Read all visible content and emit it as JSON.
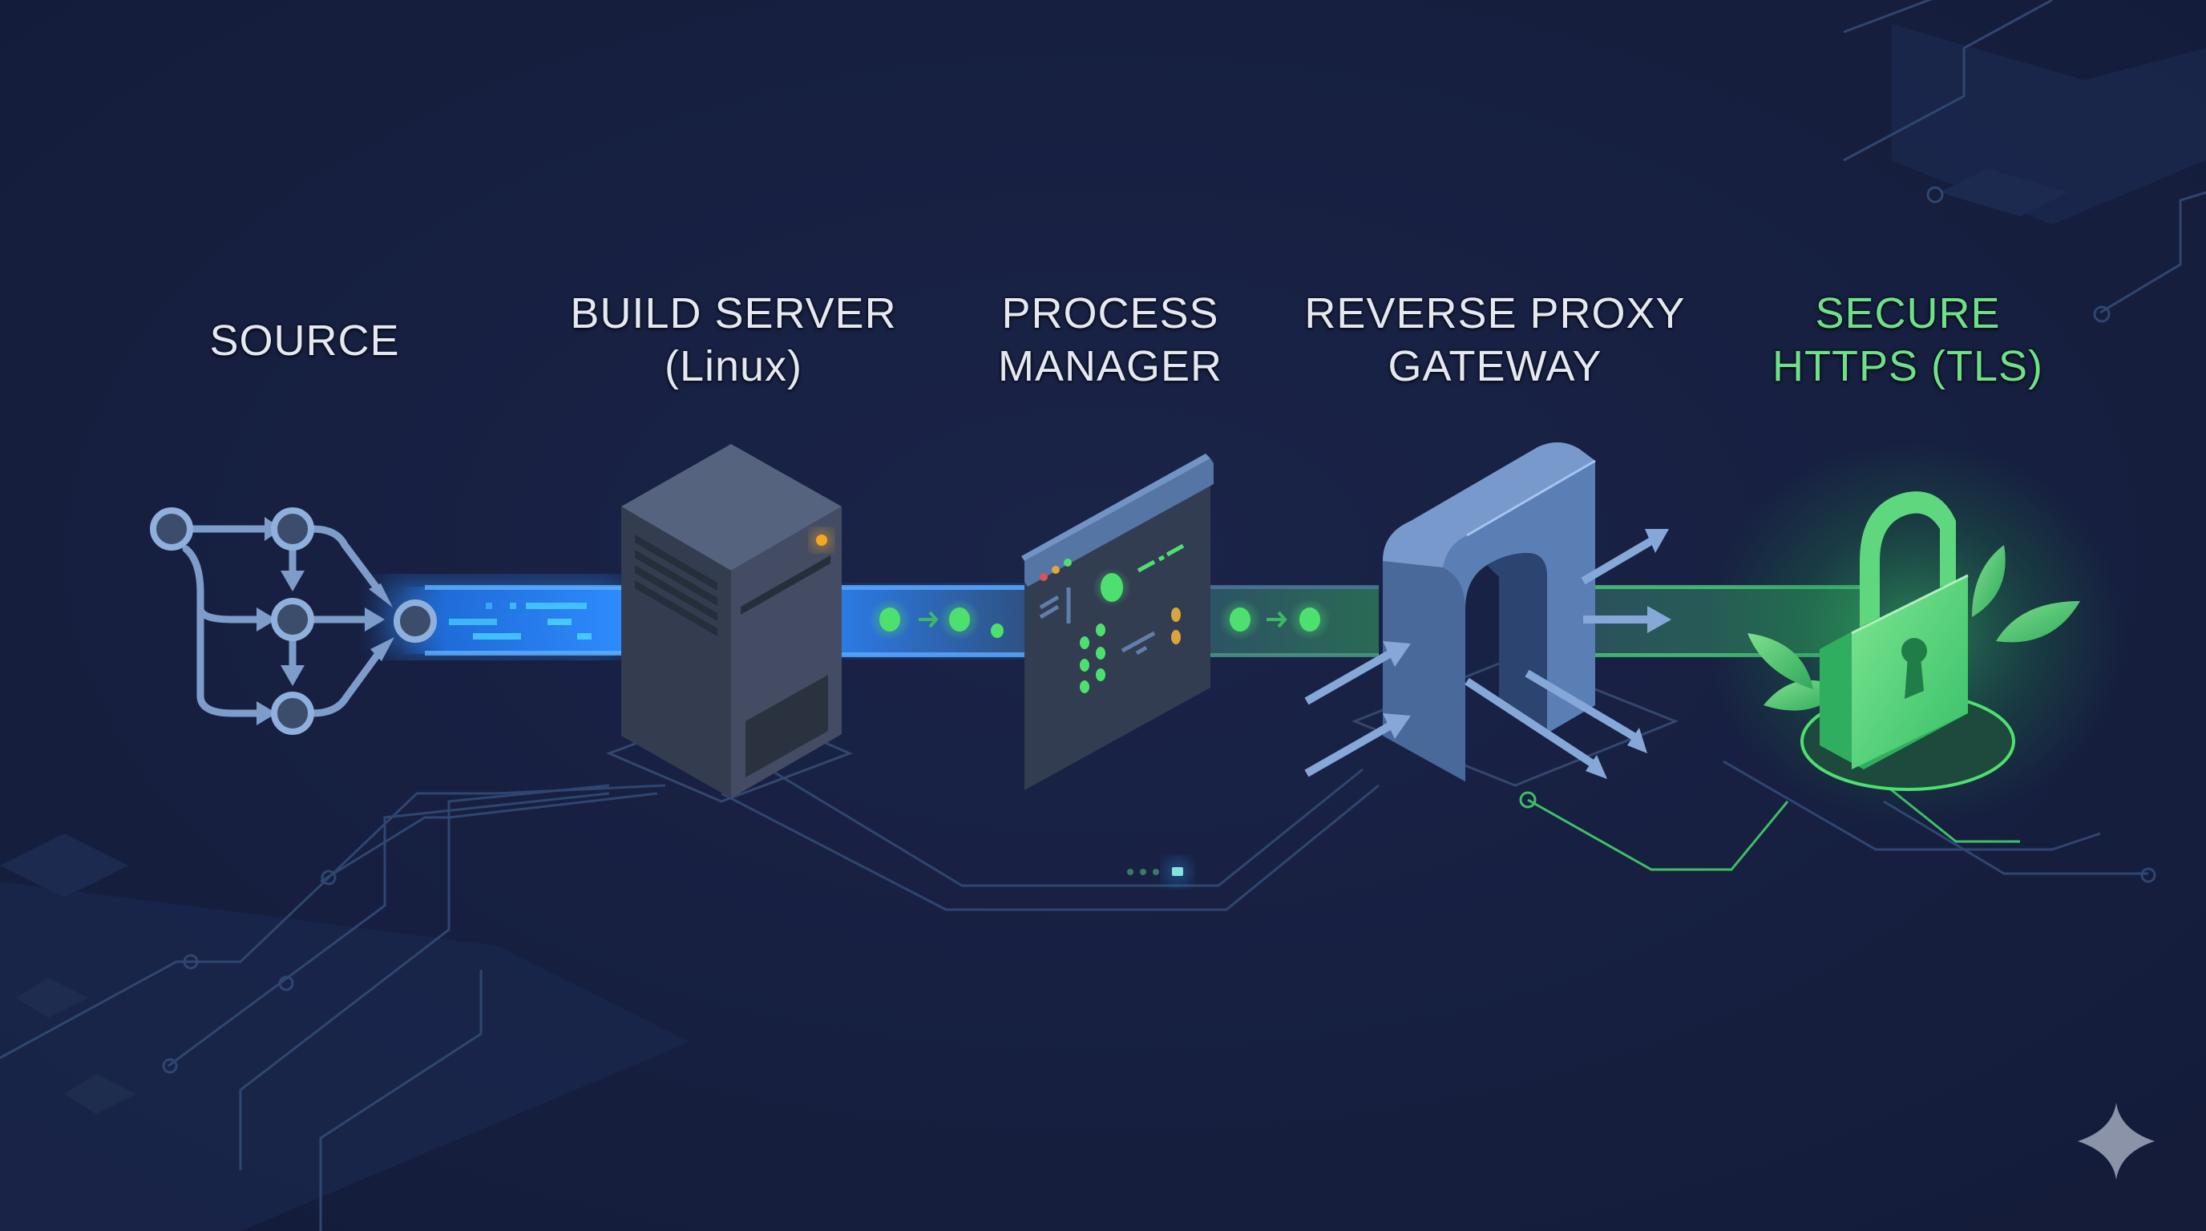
{
  "diagram": {
    "title": "Deployment pipeline",
    "stages": [
      {
        "id": "source",
        "lines": [
          "SOURCE"
        ],
        "icon": "git-branch-graph-icon"
      },
      {
        "id": "build-server",
        "lines": [
          "BUILD SERVER",
          "(Linux)"
        ],
        "icon": "server-tower-icon"
      },
      {
        "id": "process-manager",
        "lines": [
          "PROCESS",
          "MANAGER"
        ],
        "icon": "process-window-icon"
      },
      {
        "id": "reverse-proxy",
        "lines": [
          "REVERSE PROXY",
          "GATEWAY"
        ],
        "icon": "gateway-arch-icon"
      },
      {
        "id": "secure-https",
        "lines": [
          "SECURE",
          "HTTPS (TLS)"
        ],
        "icon": "padlock-icon"
      }
    ],
    "connections": [
      {
        "from": "source",
        "to": "build-server",
        "style": "blue-data-stream"
      },
      {
        "from": "build-server",
        "to": "process-manager",
        "style": "blue-to-green-packets"
      },
      {
        "from": "process-manager",
        "to": "reverse-proxy",
        "style": "green-packets"
      },
      {
        "from": "reverse-proxy",
        "to": "secure-https",
        "style": "green-stream"
      }
    ],
    "status_indicators": {
      "server_led": "amber",
      "window_controls": [
        "red",
        "amber",
        "green"
      ]
    },
    "watermark_icon": "sparkle-icon"
  },
  "colors": {
    "background": "#161f3f",
    "label_text": "#e4e8f2",
    "secure_label": "#6fe08a",
    "stream_blue": "#2f8cff",
    "packet_green": "#4ee06e",
    "node_blue": "#7d9cc9",
    "server_body": "#434c63",
    "led_amber": "#f5a623",
    "lock_green": "#4fcf73"
  }
}
